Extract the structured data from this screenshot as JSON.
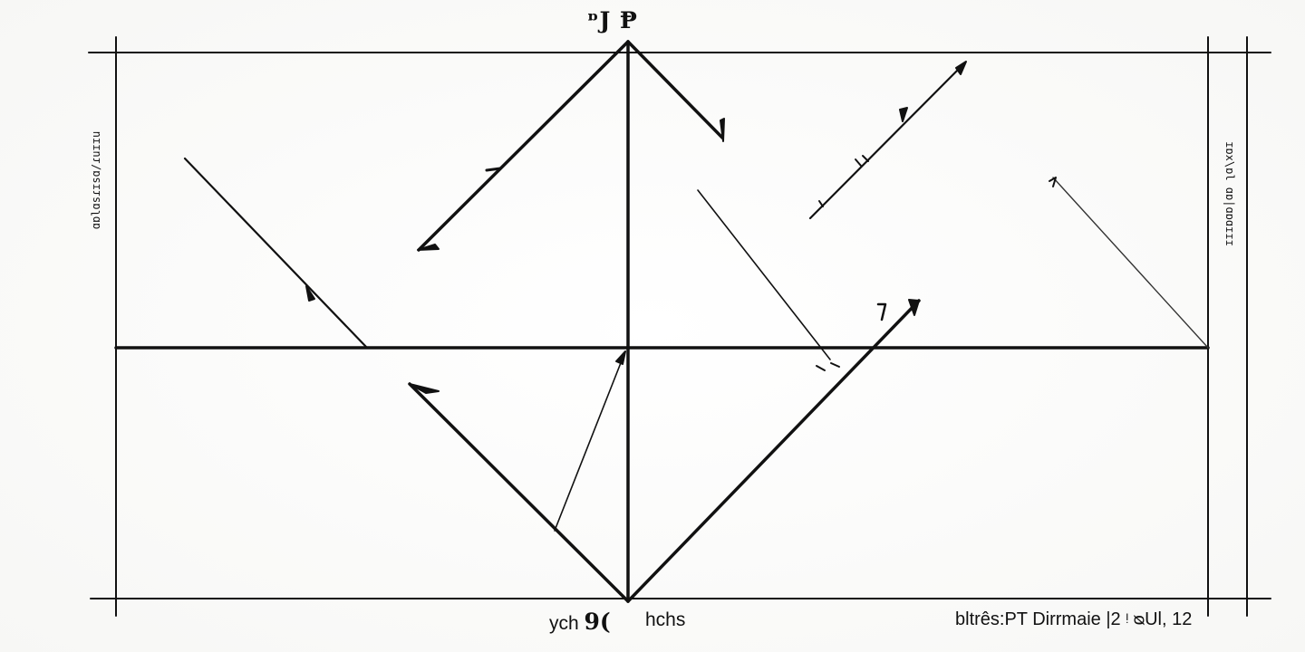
{
  "diagram": {
    "top_label": "ᶛJ Ᵽ",
    "left_vertical_label": "ɑɒlɑsɾɪsɑ/ɾuɪɪu",
    "right_vertical_label": "ɪɒx\\ɒl ɑɒ|ɑɒɑɪɪɪ",
    "bottom_left_label_prefix": "ych",
    "bottom_left_label_mark": "9(",
    "bottom_mid_label": "hchs",
    "bottom_right_label": "bltrês:PT  Dirrmaie |2 ᵎ ᴓUl, 12",
    "line_color": "#111111"
  }
}
